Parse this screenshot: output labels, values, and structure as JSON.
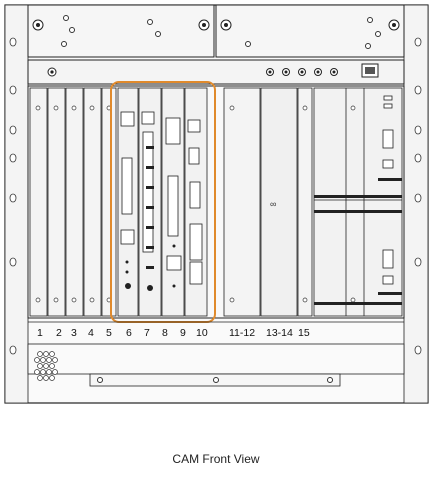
{
  "caption": "CAM Front View",
  "slot_labels": [
    {
      "text": "1"
    },
    {
      "text": "2"
    },
    {
      "text": "3"
    },
    {
      "text": "4"
    },
    {
      "text": "5"
    },
    {
      "text": "6"
    },
    {
      "text": "7"
    },
    {
      "text": "8"
    },
    {
      "text": "9"
    },
    {
      "text": "10"
    },
    {
      "text": "11-12"
    },
    {
      "text": "13-14"
    },
    {
      "text": "15"
    }
  ],
  "highlight_color": "#e08a2c",
  "panel_color": "#f7f7f7",
  "line_color": "#222222"
}
